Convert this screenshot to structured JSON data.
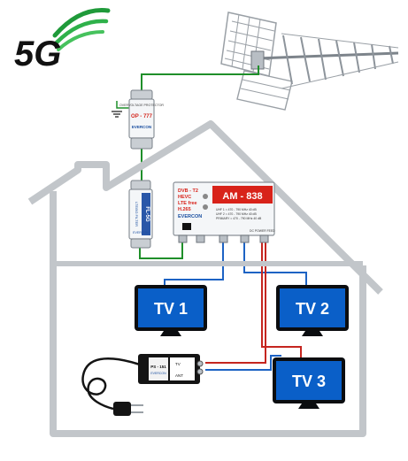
{
  "logo": {
    "text": "5G"
  },
  "protector": {
    "brand": "EVERCON",
    "model": "OP - 777",
    "label": "OVERVOLTAGE PROTECTOR"
  },
  "filter": {
    "brand": "EVERCON",
    "model": "FL-5G",
    "side": "LTE/5G FILTER"
  },
  "amplifier": {
    "model": "AM - 838",
    "specs": [
      "DVB - T2",
      "HEVC",
      "LTE free",
      "H.265"
    ],
    "brand": "EVERCON",
    "gains": [
      "UHF 1 = 470 - 790 MHz 40 dB",
      "UHF 2 = 470 - 790 MHz 40 dB",
      "PRIMARY = 470 - 790 MHz 40 dB"
    ],
    "dc_label": "DC POWER FEED"
  },
  "power_supply": {
    "model": "PS - 151",
    "brand": "EVERCON",
    "side_top": "TV",
    "side_bottom": "ANT"
  },
  "tvs": [
    {
      "label": "TV 1"
    },
    {
      "label": "TV 2"
    },
    {
      "label": "TV 3"
    }
  ]
}
